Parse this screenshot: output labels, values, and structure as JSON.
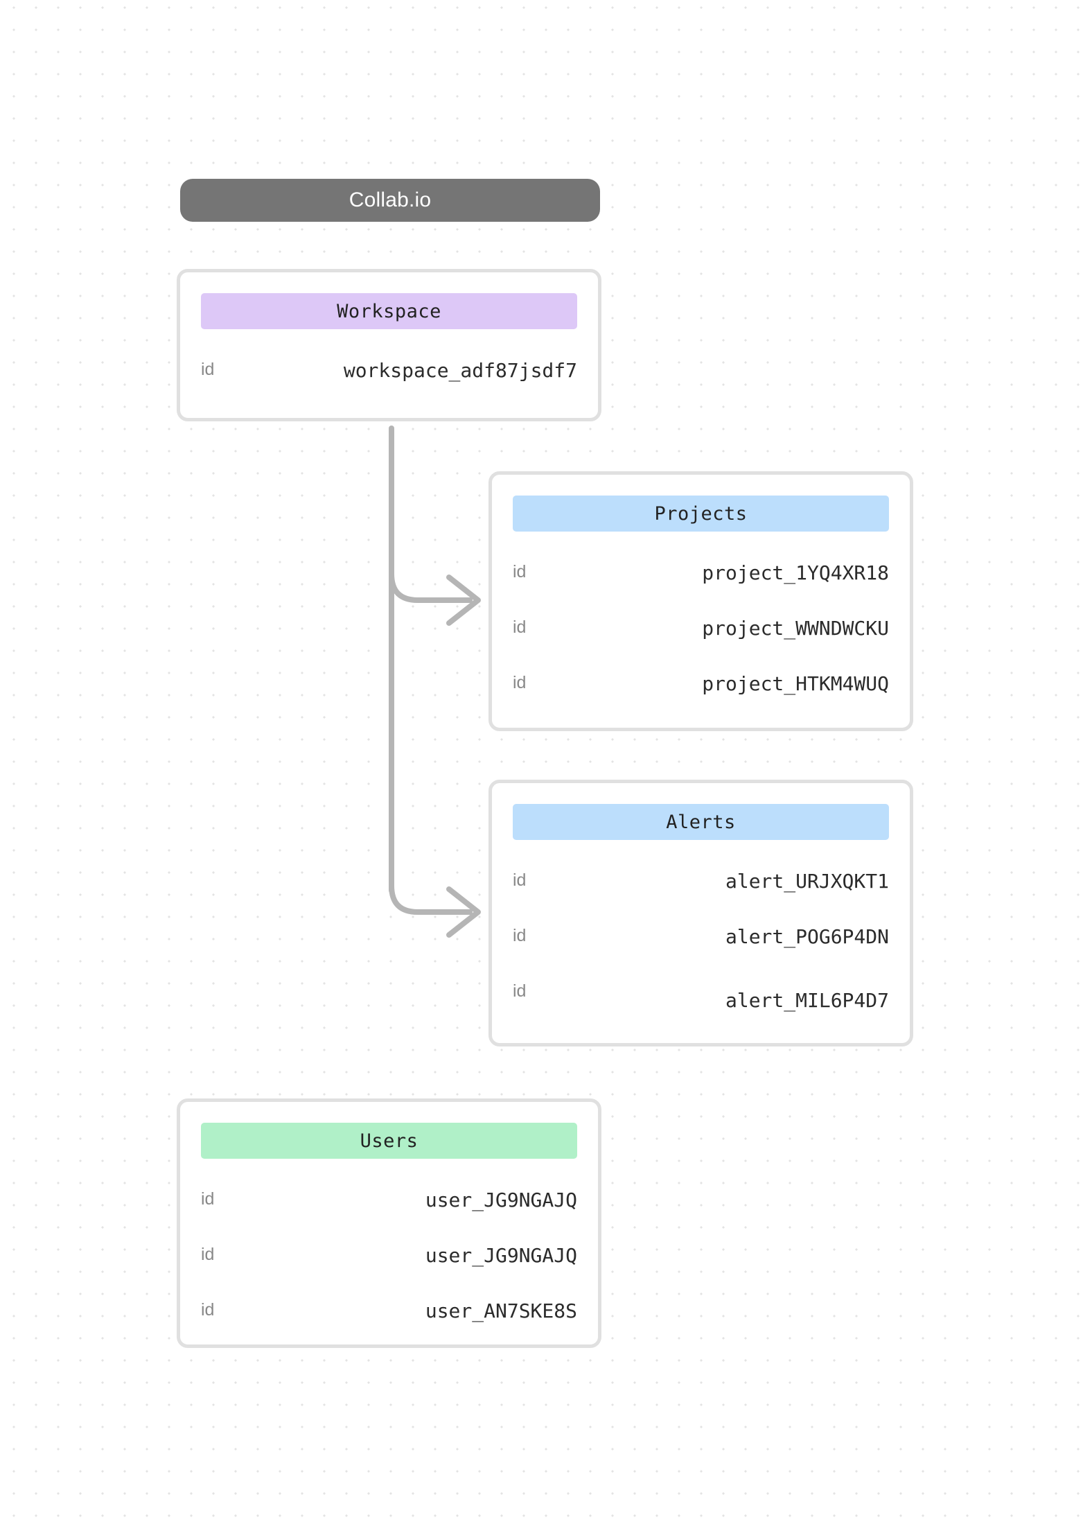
{
  "diagram": {
    "title": "Collab.io",
    "background": {
      "color": "#ffffff",
      "dot_color": "#e3e3e3"
    },
    "palette": {
      "title_pill": "#757575",
      "workspace_header": "#ddc8f7",
      "projects_header": "#bcdefc",
      "alerts_header": "#bcdefc",
      "users_header": "#b0f0c8",
      "card_border": "#e0e0e0",
      "connector": "#b5b5b5",
      "field_key": "#888888",
      "field_value": "#2b2b2b"
    },
    "entities": [
      {
        "id": "workspace",
        "name": "Workspace",
        "header_color": "#ddc8f7",
        "rows": [
          {
            "key": "id",
            "value": "workspace_adf87jsdf7"
          }
        ]
      },
      {
        "id": "projects",
        "name": "Projects",
        "header_color": "#bcdefc",
        "rows": [
          {
            "key": "id",
            "value": "project_1YQ4XR18"
          },
          {
            "key": "id",
            "value": "project_WWNDWCKU"
          },
          {
            "key": "id",
            "value": "project_HTKM4WUQ"
          }
        ]
      },
      {
        "id": "alerts",
        "name": "Alerts",
        "header_color": "#bcdefc",
        "rows": [
          {
            "key": "id",
            "value": "alert_URJXQKT1"
          },
          {
            "key": "id",
            "value": "alert_POG6P4DN"
          },
          {
            "key": "id",
            "value": "alert_MIL6P4D7"
          }
        ]
      },
      {
        "id": "users",
        "name": "Users",
        "header_color": "#b0f0c8",
        "rows": [
          {
            "key": "id",
            "value": "user_JG9NGAJQ"
          },
          {
            "key": "id",
            "value": "user_JG9NGAJQ"
          },
          {
            "key": "id",
            "value": "user_AN7SKE8S"
          }
        ]
      }
    ],
    "connections": [
      {
        "from": "workspace",
        "to": "projects"
      },
      {
        "from": "workspace",
        "to": "alerts"
      }
    ]
  }
}
